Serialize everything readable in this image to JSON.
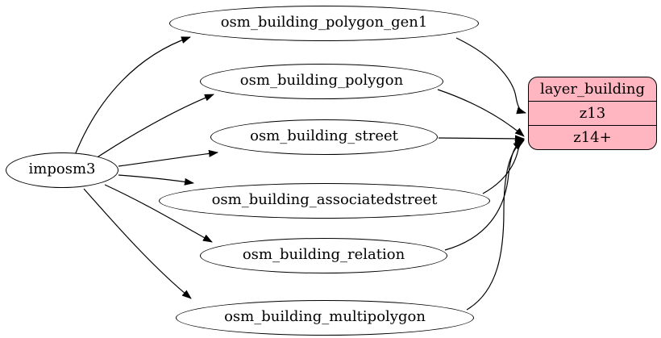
{
  "diagram": {
    "kind": "etl-mapping-graph",
    "background": "#ffffff",
    "edge_color": "#000000",
    "table_node_fill": "#ffffff",
    "table_node_border": "#000000",
    "source": {
      "label": "imposm3"
    },
    "tables": [
      {
        "label": "osm_building_polygon_gen1"
      },
      {
        "label": "osm_building_polygon"
      },
      {
        "label": "osm_building_street"
      },
      {
        "label": "osm_building_associatedstreet"
      },
      {
        "label": "osm_building_relation"
      },
      {
        "label": "osm_building_multipolygon"
      }
    ],
    "layer": {
      "title": "layer_building",
      "rows": [
        "z13",
        "z14+"
      ],
      "fill": "#ffb6c1",
      "border": "#000000"
    },
    "edges": [
      {
        "from": "imposm3",
        "to": "osm_building_polygon_gen1"
      },
      {
        "from": "imposm3",
        "to": "osm_building_polygon"
      },
      {
        "from": "imposm3",
        "to": "osm_building_street"
      },
      {
        "from": "imposm3",
        "to": "osm_building_associatedstreet"
      },
      {
        "from": "imposm3",
        "to": "osm_building_relation"
      },
      {
        "from": "imposm3",
        "to": "osm_building_multipolygon"
      },
      {
        "from": "osm_building_polygon_gen1",
        "to": "layer_building:z13"
      },
      {
        "from": "osm_building_polygon",
        "to": "layer_building:z14+"
      },
      {
        "from": "osm_building_street",
        "to": "layer_building:z14+"
      },
      {
        "from": "osm_building_associatedstreet",
        "to": "layer_building:z14+"
      },
      {
        "from": "osm_building_relation",
        "to": "layer_building:z14+"
      },
      {
        "from": "osm_building_multipolygon",
        "to": "layer_building:z14+"
      }
    ]
  }
}
